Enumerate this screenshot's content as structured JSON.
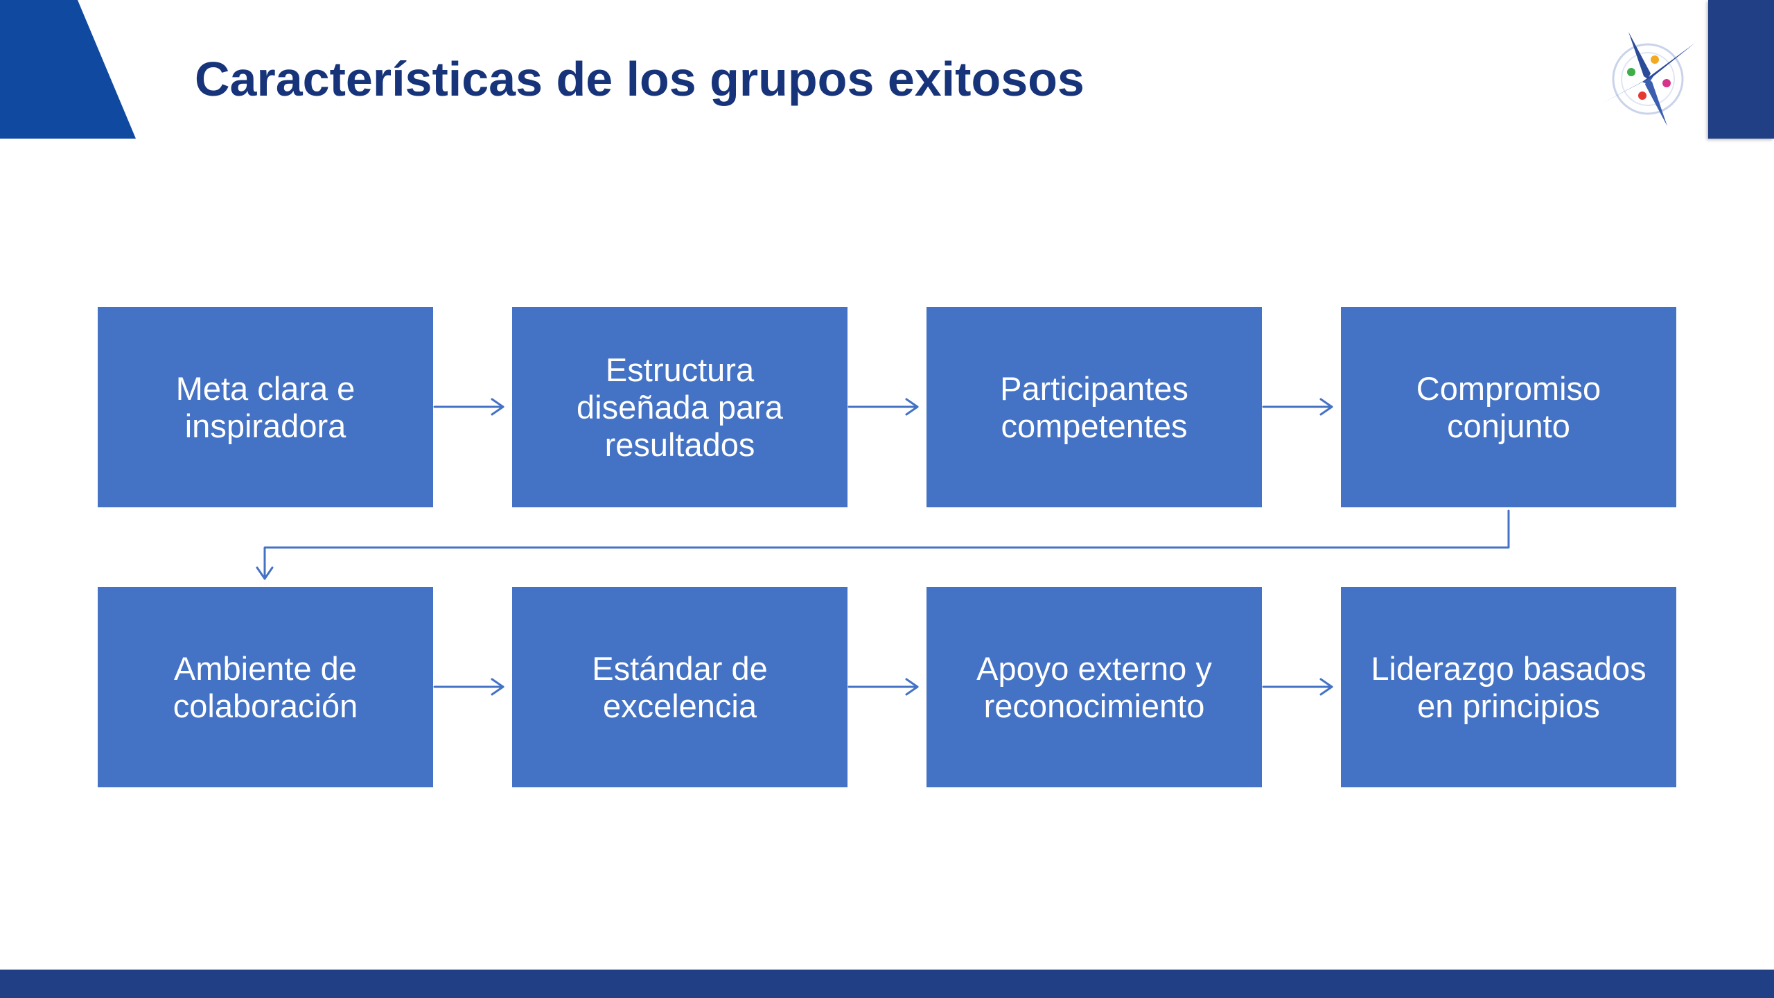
{
  "slide": {
    "title": "Características de los grupos exitosos"
  },
  "colors": {
    "accent_dark": "#213f85",
    "title": "#17347a",
    "box_fill": "#4472c4",
    "box_text": "#ffffff",
    "connector": "#4472c4"
  },
  "logo": {
    "icon": "compass-star-icon"
  },
  "diagram": {
    "type": "process-flow",
    "steps": [
      {
        "label": "Meta clara e\ninspiradora"
      },
      {
        "label": "Estructura\ndiseñada para\nresultados"
      },
      {
        "label": "Participantes\ncompetentes"
      },
      {
        "label": "Compromiso\nconjunto"
      },
      {
        "label": "Ambiente de\ncolaboración"
      },
      {
        "label": "Estándar de\nexcelencia"
      },
      {
        "label": "Apoyo externo y\nreconocimiento"
      },
      {
        "label": "Liderazgo basados\nen principios"
      }
    ]
  }
}
